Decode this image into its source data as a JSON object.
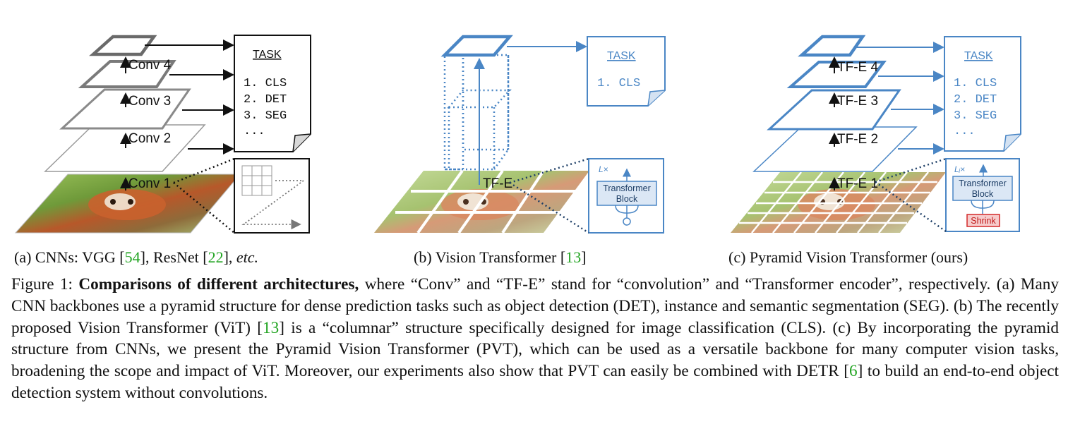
{
  "panels": {
    "a": {
      "layer_labels": [
        "Conv 4",
        "Conv 3",
        "Conv 2",
        "Conv 1"
      ],
      "task_title": "TASK",
      "task_items": [
        "1. CLS",
        "2. DET",
        "3. SEG",
        "..."
      ],
      "caption_prefix": "(a) CNNs: VGG [",
      "cite_1": "54",
      "caption_mid": "], ResNet [",
      "cite_2": "22",
      "caption_suffix": "], ",
      "caption_etc": "etc."
    },
    "b": {
      "layer_label": "TF-E",
      "task_title": "TASK",
      "task_items": [
        "1. CLS"
      ],
      "block_label_1": "Transformer",
      "block_label_2": "Block",
      "repeat_label": "L×",
      "caption_prefix": "(b) Vision Transformer [",
      "cite_1": "13",
      "caption_suffix": "]"
    },
    "c": {
      "layer_labels": [
        "TF-E 4",
        "TF-E 3",
        "TF-E 2",
        "TF-E 1"
      ],
      "task_title": "TASK",
      "task_items": [
        "1. CLS",
        "2. DET",
        "3. SEG",
        "..."
      ],
      "block_label_1": "Transformer",
      "block_label_2": "Block",
      "repeat_label": "Lᵢ×",
      "shrink_label": "Shrink",
      "caption": "(c) Pyramid Vision Transformer (ours)"
    }
  },
  "caption": {
    "figure_label": "Figure 1: ",
    "bold_title": "Comparisons of different architectures,",
    "text_1": " where “Conv” and “TF-E” stand for “convolution” and “Transformer encoder”, respectively. (a) Many CNN backbones use a pyramid structure for dense prediction tasks such as object detection (DET), instance and semantic segmentation (SEG). (b) The recently proposed Vision Transformer (ViT) [",
    "cite_vit": "13",
    "text_2": "] is a “columnar” structure specifically designed for image classification (CLS). (c) By incorporating the pyramid structure from CNNs, we present the Pyramid Vision Transformer (PVT), which can be used as a versatile backbone for many computer vision tasks, broadening the scope and impact of ViT. Moreover, our experiments also show that PVT can easily be combined with DETR [",
    "cite_detr": "6",
    "text_3": "] to build an end-to-end object detection system without convolutions."
  },
  "colors": {
    "gray_layer": "#7a7a7a",
    "blue": "#4a86c5",
    "cite": "#1fa31f",
    "shrink_red": "#d42a2a",
    "block_fill": "#dbe7f5"
  },
  "image_description": "red panda photo"
}
